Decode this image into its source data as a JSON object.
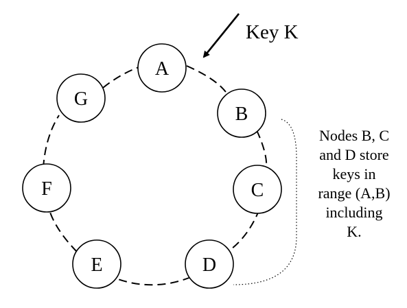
{
  "key": {
    "label": "Key K"
  },
  "nodes": [
    {
      "id": "A",
      "label": "A"
    },
    {
      "id": "B",
      "label": "B"
    },
    {
      "id": "C",
      "label": "C"
    },
    {
      "id": "D",
      "label": "D"
    },
    {
      "id": "E",
      "label": "E"
    },
    {
      "id": "F",
      "label": "F"
    },
    {
      "id": "G",
      "label": "G"
    }
  ],
  "note": {
    "lines": [
      "Nodes B, C",
      "and D store",
      "keys in",
      "range (A,B)",
      "including",
      "K."
    ]
  }
}
